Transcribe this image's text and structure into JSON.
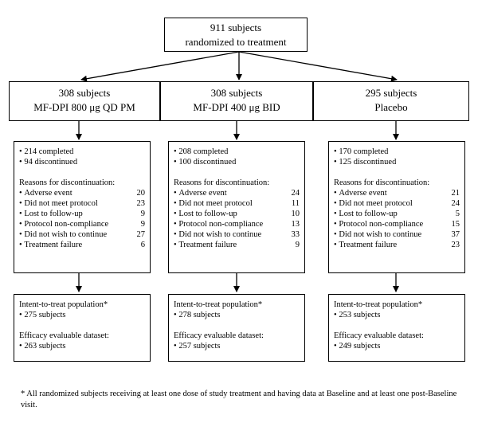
{
  "top": {
    "line1": "911 subjects",
    "line2": "randomized to treatment"
  },
  "arms": [
    {
      "count": "308 subjects",
      "name": "MF-DPI 800 μg QD PM",
      "completed": "214 completed",
      "discontinued": "94 discontinued",
      "reasons_title": "Reasons for discontinuation:",
      "reasons": [
        {
          "label": "Adverse event",
          "n": "20"
        },
        {
          "label": "Did not meet protocol",
          "n": "23"
        },
        {
          "label": "Lost to follow-up",
          "n": "9"
        },
        {
          "label": "Protocol non-compliance",
          "n": "9"
        },
        {
          "label": "Did not wish to continue",
          "n": "27"
        },
        {
          "label": "Treatment failure",
          "n": "6"
        }
      ],
      "itt_title": "Intent-to-treat population*",
      "itt": "275 subjects",
      "eff_title": "Efficacy evaluable dataset:",
      "eff": "263 subjects"
    },
    {
      "count": "308 subjects",
      "name": "MF-DPI 400 μg BID",
      "completed": "208 completed",
      "discontinued": "100 discontinued",
      "reasons_title": "Reasons for discontinuation:",
      "reasons": [
        {
          "label": "Adverse event",
          "n": "24"
        },
        {
          "label": "Did not meet protocol",
          "n": "11"
        },
        {
          "label": "Lost to follow-up",
          "n": "10"
        },
        {
          "label": "Protocol non-compliance",
          "n": "13"
        },
        {
          "label": "Did not wish to continue",
          "n": "33"
        },
        {
          "label": "Treatment failure",
          "n": "9"
        }
      ],
      "itt_title": "Intent-to-treat population*",
      "itt": "278 subjects",
      "eff_title": "Efficacy evaluable dataset:",
      "eff": "257 subjects"
    },
    {
      "count": "295 subjects",
      "name": "Placebo",
      "completed": "170 completed",
      "discontinued": "125 discontinued",
      "reasons_title": "Reasons for discontinuation:",
      "reasons": [
        {
          "label": "Adverse event",
          "n": "21"
        },
        {
          "label": "Did not meet protocol",
          "n": "24"
        },
        {
          "label": "Lost to follow-up",
          "n": "5"
        },
        {
          "label": "Protocol non-compliance",
          "n": "15"
        },
        {
          "label": "Did not wish to continue",
          "n": "37"
        },
        {
          "label": "Treatment failure",
          "n": "23"
        }
      ],
      "itt_title": "Intent-to-treat population*",
      "itt": "253 subjects",
      "eff_title": "Efficacy evaluable dataset:",
      "eff": "249 subjects"
    }
  ],
  "footnote": "* All randomized subjects receiving at least one dose of study treatment and having data at Baseline and at least one post-Baseline visit."
}
